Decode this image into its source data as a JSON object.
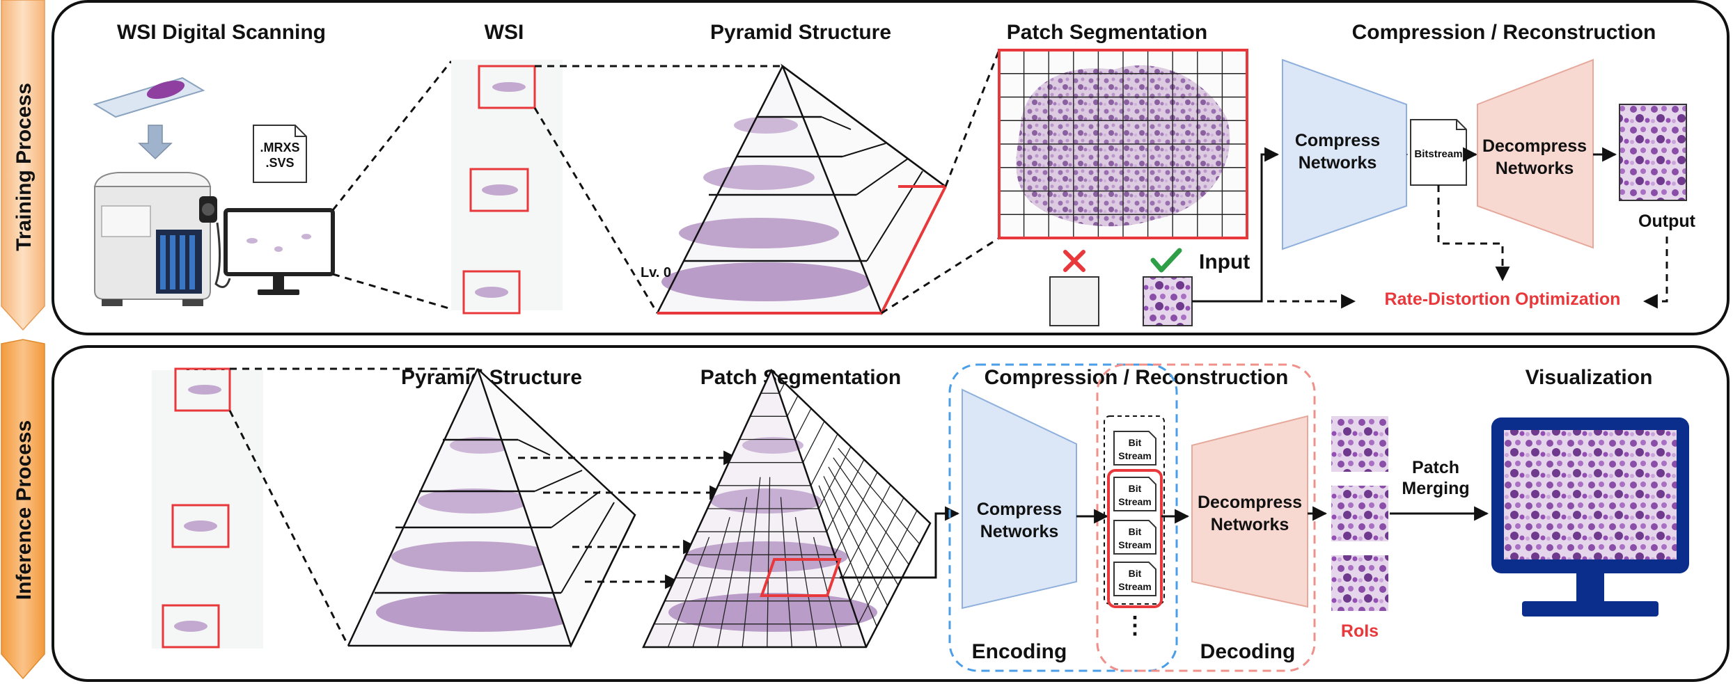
{
  "side_labels": {
    "training": "Training Process",
    "inference": "Inference Process"
  },
  "training": {
    "scanning_title": "WSI Digital Scanning",
    "file_types": [
      ".MRXS",
      ".SVS"
    ],
    "wsi_title": "WSI",
    "pyramid_title": "Pyramid Structure",
    "level_label": "Lv. 0",
    "segmentation_title": "Patch Segmentation",
    "input_label": "Input",
    "compression_title": "Compression / Reconstruction",
    "compress_label": [
      "Compress",
      "Networks"
    ],
    "bitstream_label": "Bitstream",
    "decompress_label": [
      "Decompress",
      "Networks"
    ],
    "output_label": "Output",
    "rdo_label": "Rate-Distortion Optimization"
  },
  "inference": {
    "wsi_title": "WSI",
    "pyramid_title": "Pyramid Structure",
    "segmentation_title": "Patch Segmentation",
    "compression_title": "Compression / Reconstruction",
    "compress_label": [
      "Compress",
      "Networks"
    ],
    "bitstream_label": [
      "Bit",
      "Stream"
    ],
    "decompress_label": [
      "Decompress",
      "Networks"
    ],
    "encoding_label": "Encoding",
    "decoding_label": "Decoding",
    "ellipsis": "⋮",
    "rois_label": "RoIs",
    "merging_label": [
      "Patch",
      "Merging"
    ],
    "visualization_title": "Visualization"
  },
  "colors": {
    "highlight_red": "#e8383b",
    "compress_fill": "#dbe7f7",
    "decompress_fill": "#f7d9d2",
    "tissue": "#b79ac4",
    "encoding_dash": "#4a9ee8",
    "decoding_dash": "#f0908a",
    "check_green": "#2e9e47",
    "monitor_blue": "#0b2d8c"
  }
}
